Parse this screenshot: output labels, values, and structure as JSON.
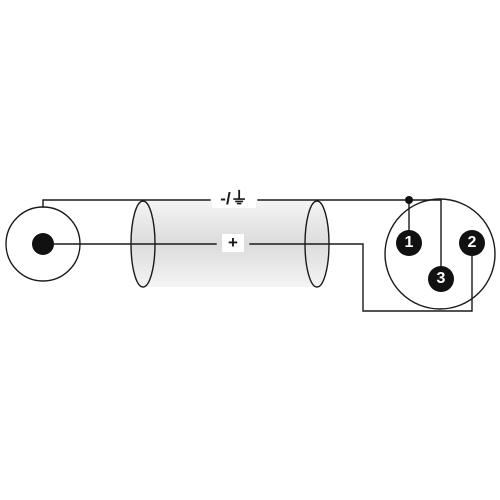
{
  "diagram": {
    "ground_label": "-/⏚",
    "plus_label": "+",
    "pins": [
      "1",
      "2",
      "3"
    ]
  },
  "colors": {
    "line": "#1a1a1a",
    "cable_shade": "#e6e6e6",
    "pin_fill": "#111111",
    "pin_text": "#ffffff"
  }
}
